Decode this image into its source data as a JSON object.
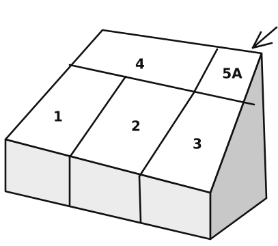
{
  "diagram": {
    "labels": {
      "block_4": "4",
      "block_5a": "5A",
      "block_1": "1",
      "block_2": "2",
      "block_3": "3"
    },
    "colors": {
      "stroke": "#111111",
      "top_face": "#ffffff",
      "front_face": "#ededed",
      "side_face": "#c9c9c9"
    },
    "arrow": "arrow-pointing-down-left"
  }
}
